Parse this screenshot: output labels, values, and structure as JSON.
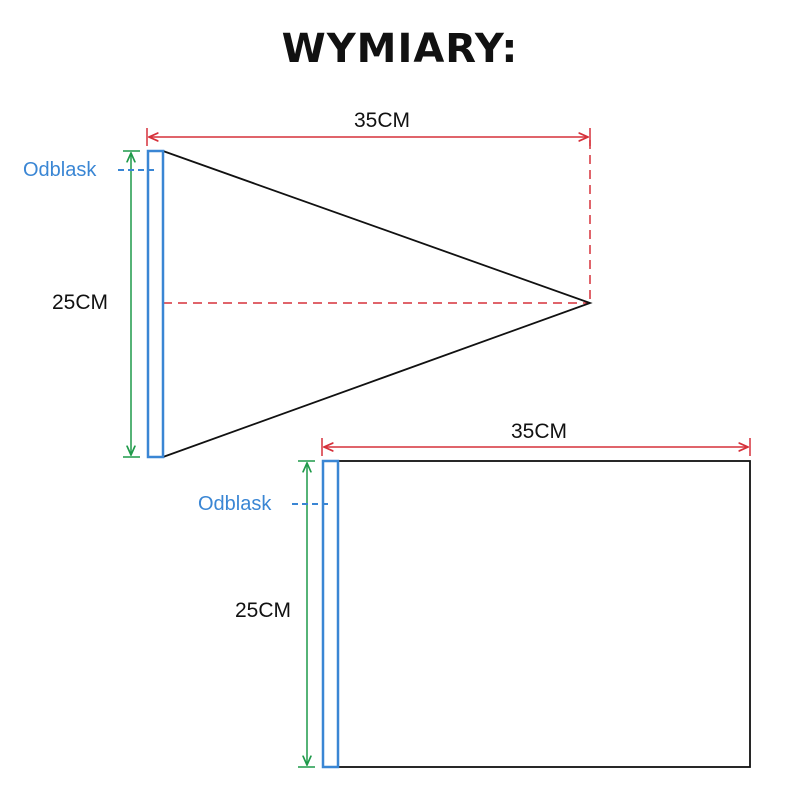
{
  "title": "WYMIARY:",
  "colors": {
    "outline": "#111111",
    "reflector": "#3a86d4",
    "width_dimension": "#d6303a",
    "height_dimension": "#1f9a4a"
  },
  "pennant_triangle": {
    "width_label": "35CM",
    "height_label": "25CM",
    "reflector_label": "Odblask"
  },
  "pennant_rectangle": {
    "width_label": "35CM",
    "height_label": "25CM",
    "reflector_label": "Odblask"
  }
}
